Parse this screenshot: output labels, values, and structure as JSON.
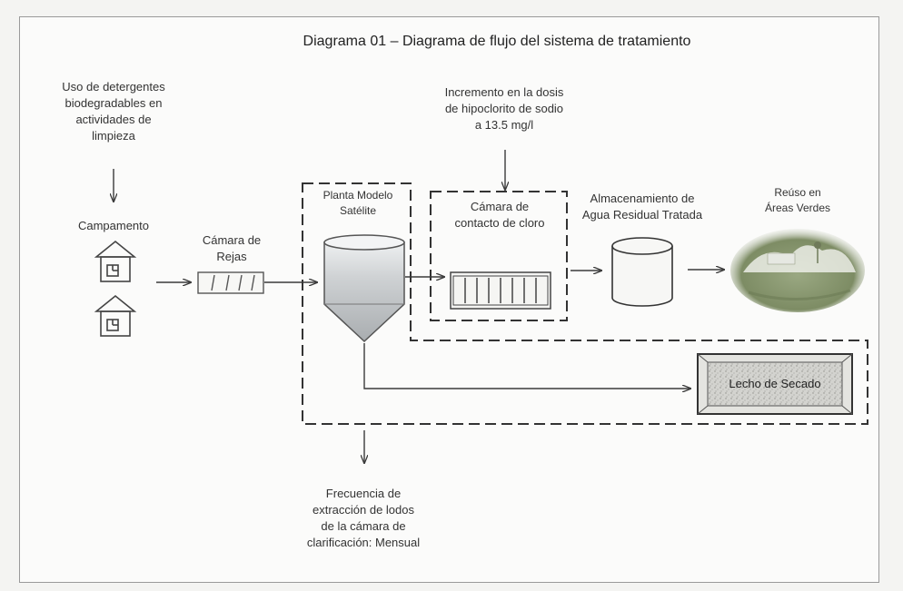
{
  "title": "Diagrama 01 – Diagrama de flujo del sistema de tratamiento",
  "labels": {
    "detergentes": "Uso de detergentes\nbiodegradables en\nactividades de\nlimpieza",
    "hipoclorito": "Incremento en la dosis\nde hipoclorito de sodio\na 13.5 mg/l",
    "campamento": "Campamento",
    "camara_rejas": "Cámara de\nRejas",
    "planta_modelo": "Planta Modelo\nSatélite",
    "camara_cloro": "Cámara de\ncontacto de cloro",
    "almacenamiento": "Almacenamiento de\nAgua Residual Tratada",
    "reuso": "Reúso en\nÁreas Verdes",
    "lecho_secado": "Lecho de Secado",
    "frecuencia": "Frecuencia de\nextracción de lodos\nde la cámara de\nclarificación: Mensual"
  },
  "colors": {
    "line": "#3a3a3a",
    "tank_fill": "#bfc2c4",
    "bed_fill": "#c9c9c5",
    "grass": "#8a9a6e"
  }
}
